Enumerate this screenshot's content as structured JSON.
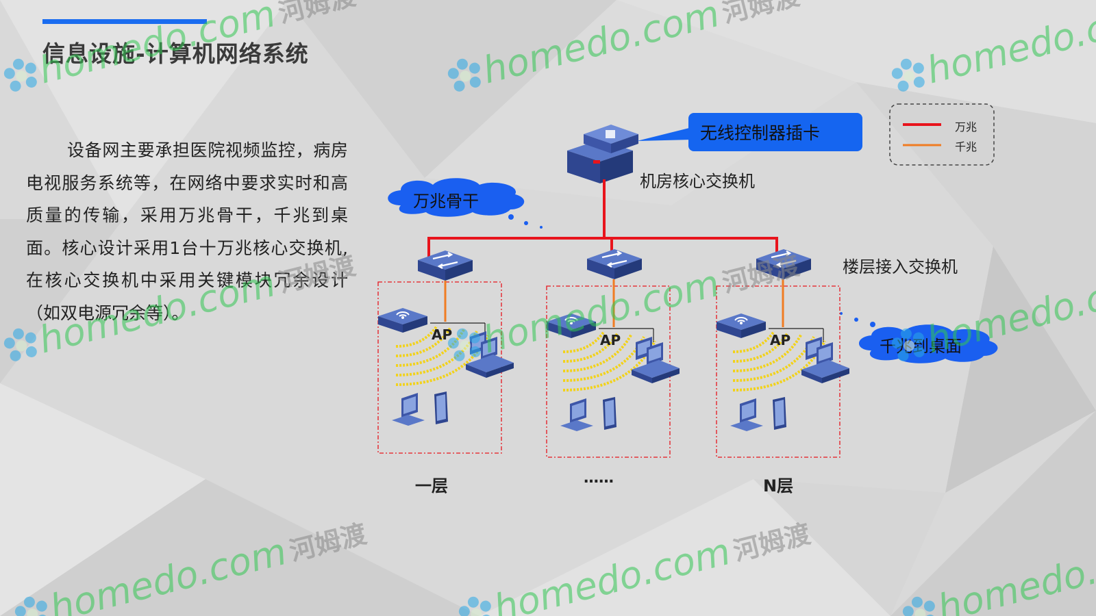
{
  "header": {
    "title": "信息设施-计算机网络系统"
  },
  "body": {
    "paragraph": "设备网主要承担医院视频监控，病房电视服务系统等，在网络中要求实时和高质量的传输，采用万兆骨干，千兆到桌面。核心设计采用1台十万兆核心交换机,在核心交换机中采用关键模块冗余设计（如双电源冗余等）。"
  },
  "diagram": {
    "controller_callout": "无线控制器插卡",
    "core_switch_label": "机房核心交换机",
    "backbone_cloud": "万兆骨干",
    "floor_switch_label": "楼层接入交换机",
    "desktop_cloud": "千兆到桌面",
    "ap_label": "AP",
    "floors": [
      "一层",
      "……",
      "N层"
    ],
    "legend": {
      "items": [
        {
          "label": "万兆",
          "color": "#e8141c"
        },
        {
          "label": "千兆",
          "color": "#f07c22"
        }
      ]
    }
  },
  "watermark": {
    "en": "homedo.com",
    "zh": "河姆渡"
  },
  "colors": {
    "accent": "#1a6cf0",
    "callout": "#1565f0",
    "cloud": "#1a5ff0",
    "backbone_line": "#e8141c",
    "gigabit_line": "#f07c22",
    "switch": "#3d56a8"
  }
}
